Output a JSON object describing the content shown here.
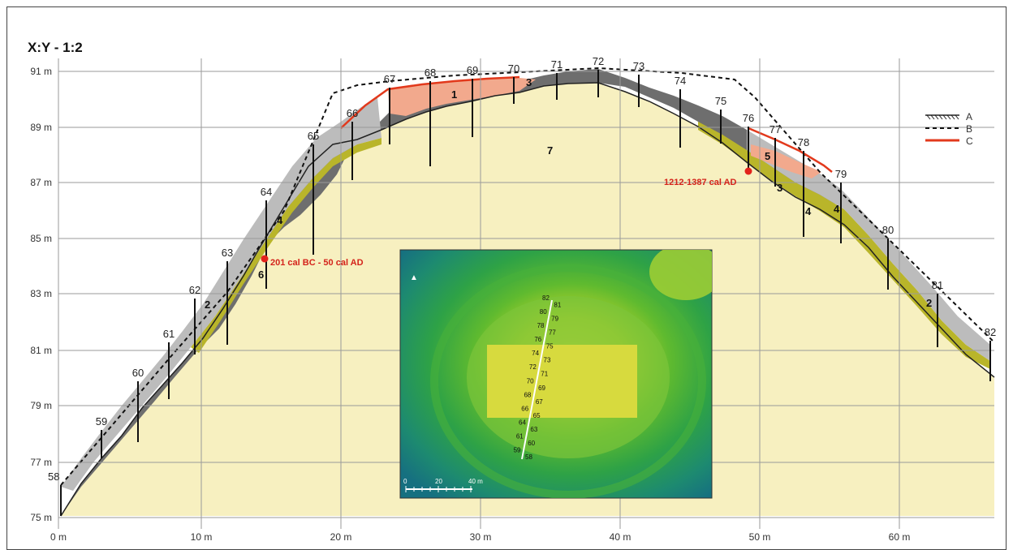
{
  "scale_title": "X:Y - 1:2",
  "y_axis_labels": [
    "91 m",
    "89 m",
    "87 m",
    "85 m",
    "83 m",
    "81 m",
    "79 m",
    "77 m",
    "75 m"
  ],
  "x_axis_labels": [
    "0 m",
    "10 m",
    "20 m",
    "30 m",
    "40 m",
    "50 m",
    "60 m"
  ],
  "profile_numbers": [
    "58",
    "59",
    "60",
    "61",
    "62",
    "63",
    "64",
    "65",
    "66",
    "67",
    "68",
    "69",
    "70",
    "71",
    "72",
    "73",
    "74",
    "75",
    "76",
    "77",
    "78",
    "79",
    "80",
    "81",
    "82"
  ],
  "layer_labels": [
    "1",
    "2",
    "2",
    "3",
    "3",
    "4",
    "4",
    "4",
    "5",
    "6",
    "7"
  ],
  "dates": [
    "201 cal BC - 50 cal AD",
    "1212-1387 cal AD"
  ],
  "legend": [
    {
      "key": "A",
      "label": "A"
    },
    {
      "key": "B",
      "label": "B"
    },
    {
      "key": "C",
      "label": "C"
    }
  ],
  "inset": {
    "numbers": [
      "82",
      "81",
      "80",
      "79",
      "78",
      "77",
      "76",
      "75",
      "74",
      "73",
      "72",
      "71",
      "70",
      "69",
      "68",
      "67",
      "66",
      "65",
      "64",
      "63",
      "61",
      "60",
      "59",
      "58"
    ],
    "scale_labels": [
      "0",
      "20",
      "40 m"
    ]
  },
  "colors": {
    "natural_ground": "#f7f0c0",
    "dark_layer": "#6e6e6e",
    "light_layer": "#bcbcbc",
    "olive_layer": "#b9b52a",
    "salmon_layer": "#f2a98d",
    "red_line": "#e2391c",
    "red_dot": "#e2231b"
  }
}
